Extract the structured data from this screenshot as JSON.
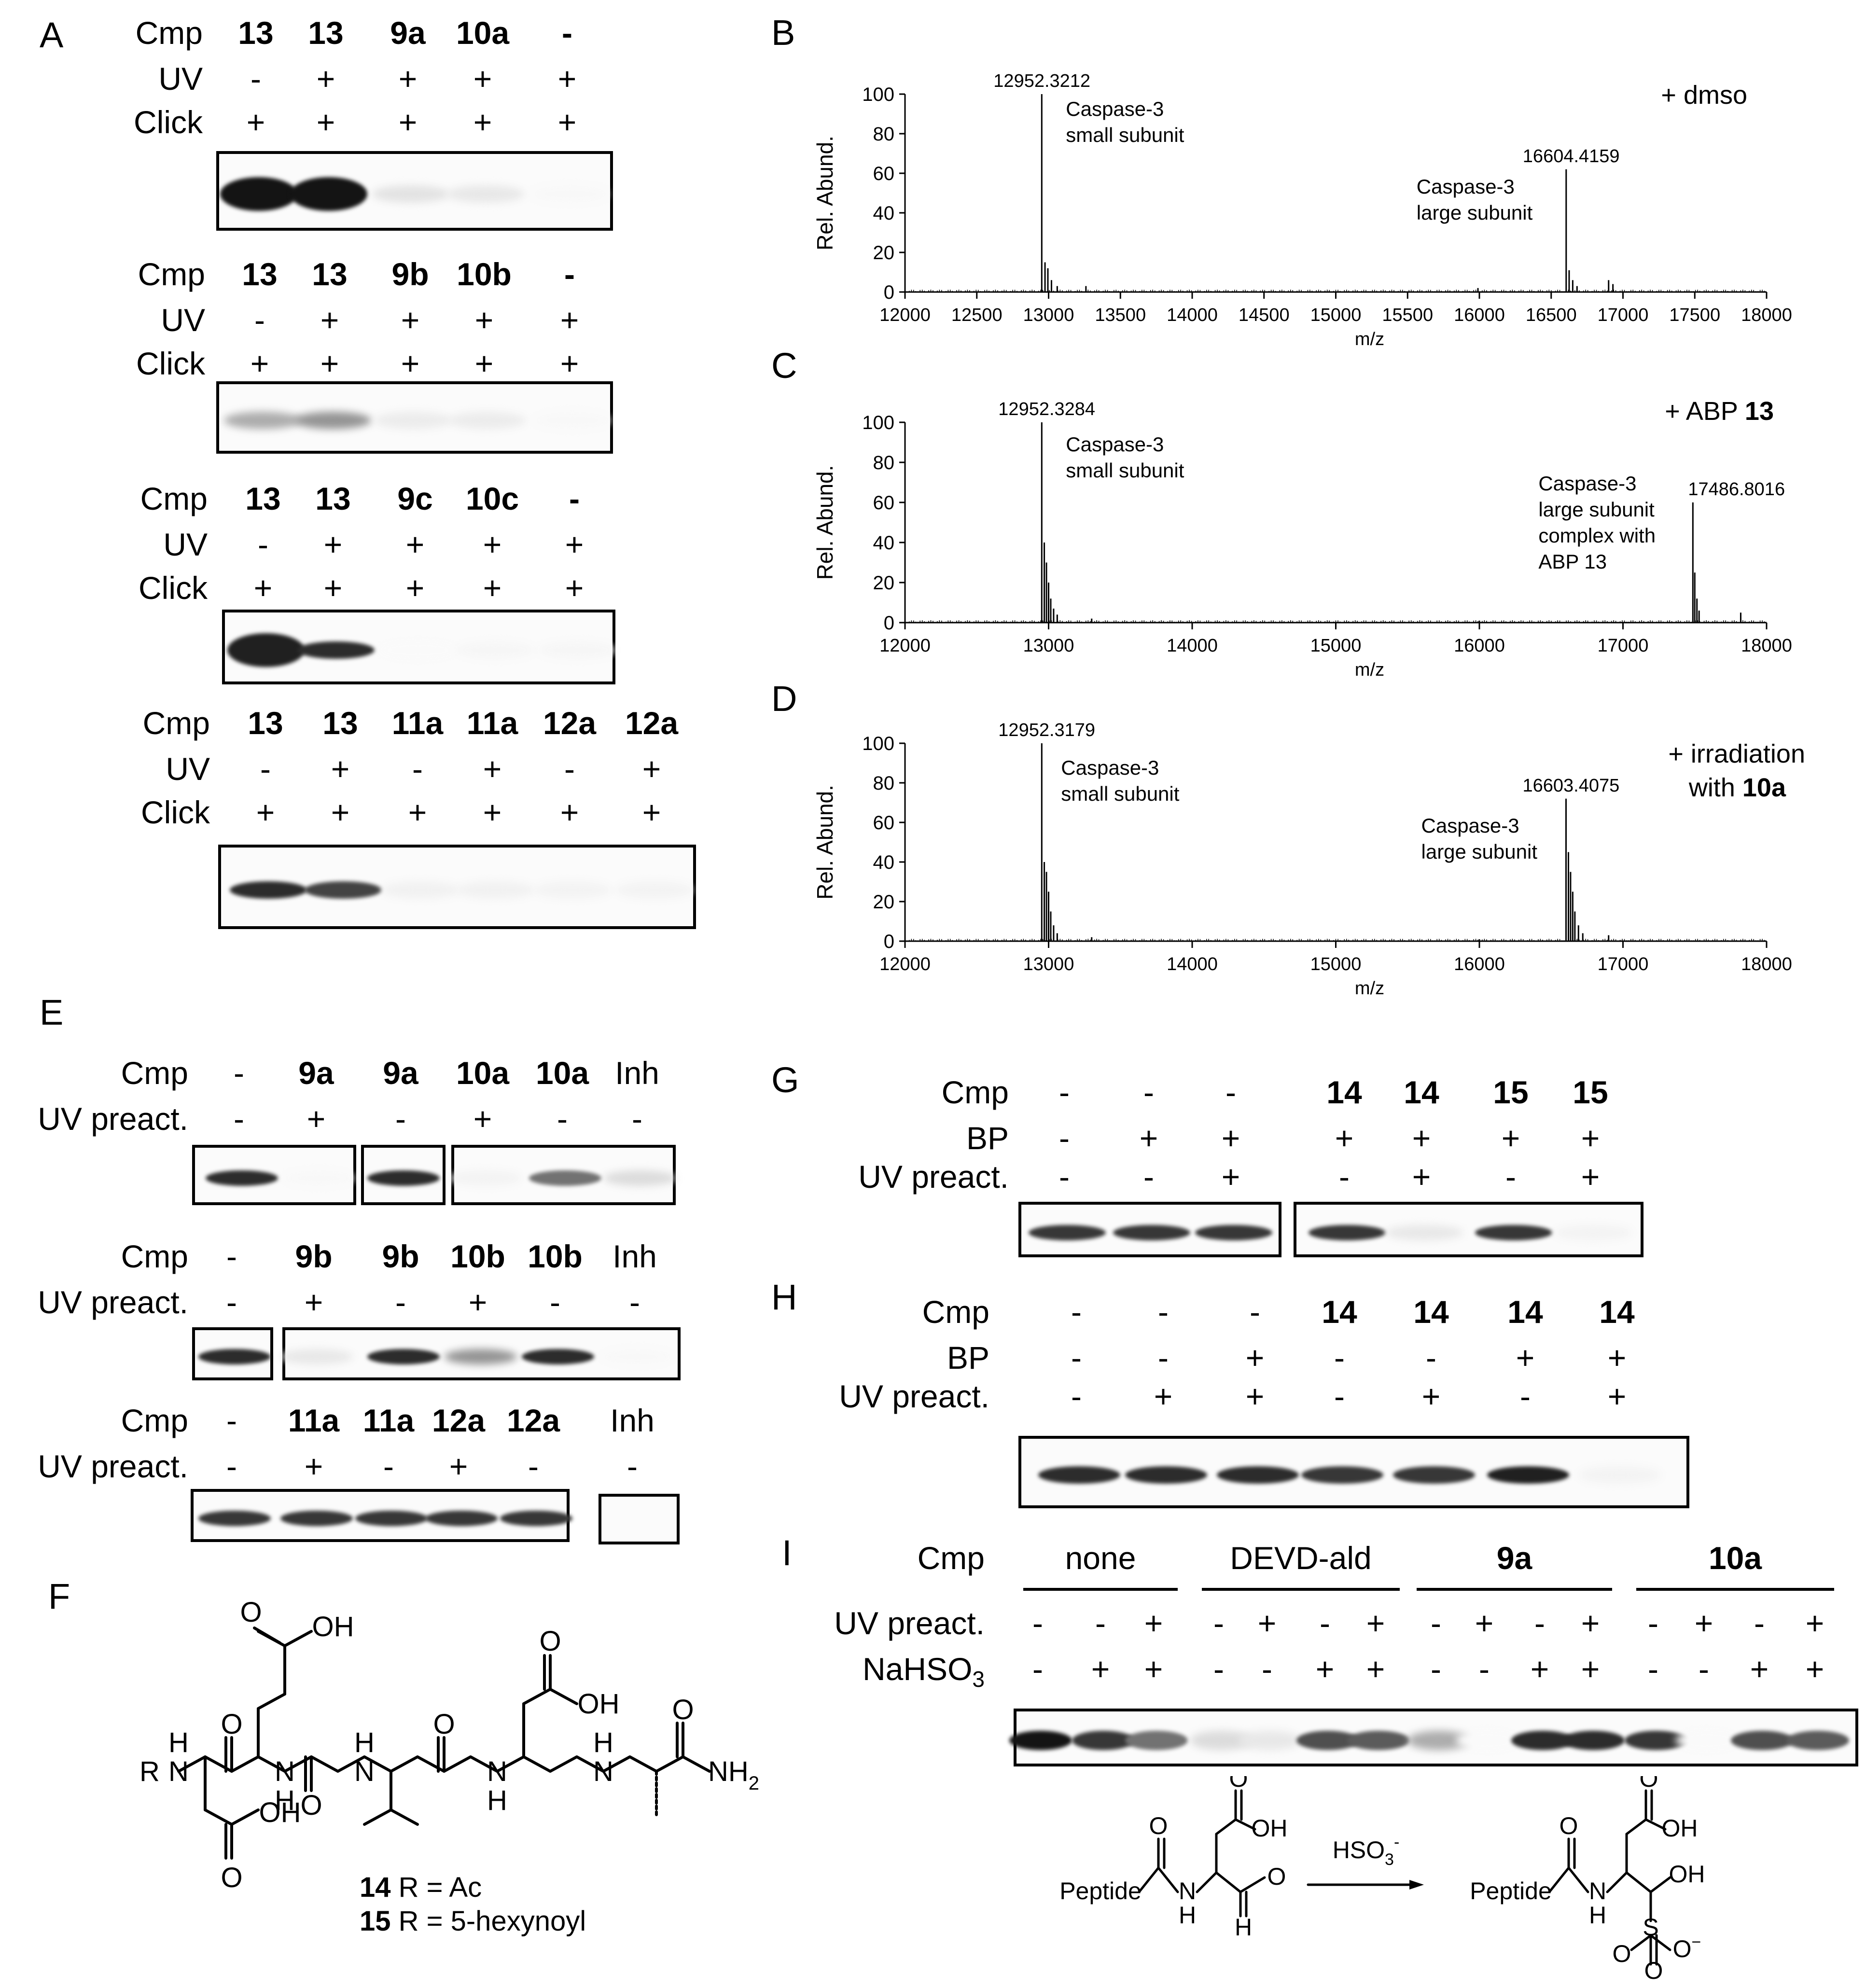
{
  "panels": {
    "A": "A",
    "B": "B",
    "C": "C",
    "D": "D",
    "E": "E",
    "F": "F",
    "G": "G",
    "H": "H",
    "I": "I"
  },
  "row_labels": {
    "cmp": "Cmp",
    "uv": "UV",
    "click": "Click",
    "uv_preact": "UV preact.",
    "bp": "BP",
    "nahso3_main": "NaHSO",
    "nahso3_sub": "3"
  },
  "gels_A": [
    {
      "cmp": [
        "13",
        "13",
        "9a",
        "10a",
        "-"
      ],
      "uv": [
        "-",
        "+",
        "+",
        "+",
        "+"
      ],
      "click": [
        "+",
        "+",
        "+",
        "+",
        "+"
      ],
      "bands": [
        1.0,
        1.0,
        0.12,
        0.1,
        0.03
      ]
    },
    {
      "cmp": [
        "13",
        "13",
        "9b",
        "10b",
        "-"
      ],
      "uv": [
        "-",
        "+",
        "+",
        "+",
        "+"
      ],
      "click": [
        "+",
        "+",
        "+",
        "+",
        "+"
      ],
      "bands": [
        0.35,
        0.45,
        0.08,
        0.08,
        0.03
      ]
    },
    {
      "cmp": [
        "13",
        "13",
        "9c",
        "10c",
        "-"
      ],
      "uv": [
        "-",
        "+",
        "+",
        "+",
        "+"
      ],
      "click": [
        "+",
        "+",
        "+",
        "+",
        "+"
      ],
      "bands": [
        0.95,
        0.9,
        0.02,
        0.04,
        0.04
      ]
    },
    {
      "cmp": [
        "13",
        "13",
        "11a",
        "11a",
        "12a",
        "12a"
      ],
      "uv": [
        "-",
        "+",
        "-",
        "+",
        "-",
        "+"
      ],
      "click": [
        "+",
        "+",
        "+",
        "+",
        "+",
        "+"
      ],
      "bands": [
        0.9,
        0.8,
        0.06,
        0.06,
        0.05,
        0.05
      ]
    }
  ],
  "chart_data": [
    {
      "type": "line",
      "panel": "B",
      "ylabel": "Rel. Abund.",
      "xlabel": "m/z",
      "xlim": [
        12000,
        18000
      ],
      "ylim": [
        0,
        100
      ],
      "xticks": [
        12000,
        12500,
        13000,
        13500,
        14000,
        14500,
        15000,
        15500,
        16000,
        16500,
        17000,
        17500,
        18000
      ],
      "yticks": [
        0,
        20,
        40,
        60,
        80,
        100
      ],
      "condition": "+ dmso",
      "peaks": [
        {
          "x": 12952.3,
          "y": 100
        },
        {
          "x": 12975,
          "y": 15
        },
        {
          "x": 12995,
          "y": 12
        },
        {
          "x": 13020,
          "y": 6
        },
        {
          "x": 13060,
          "y": 3
        },
        {
          "x": 13260,
          "y": 3
        },
        {
          "x": 15990,
          "y": 2
        },
        {
          "x": 16604.4,
          "y": 62
        },
        {
          "x": 16625,
          "y": 11
        },
        {
          "x": 16650,
          "y": 6
        },
        {
          "x": 16680,
          "y": 3
        },
        {
          "x": 16900,
          "y": 6
        },
        {
          "x": 16930,
          "y": 4
        }
      ],
      "annotations": [
        {
          "x": 12952.3,
          "value": "12952.3212",
          "label": [
            "Caspase-3",
            "small subunit"
          ]
        },
        {
          "x": 16604.4,
          "value": "16604.4159",
          "label": [
            "Caspase-3",
            "large subunit"
          ]
        }
      ]
    },
    {
      "type": "line",
      "panel": "C",
      "ylabel": "Rel. Abund.",
      "xlabel": "m/z",
      "xlim": [
        12000,
        18000
      ],
      "ylim": [
        0,
        100
      ],
      "xticks": [
        12000,
        13000,
        14000,
        15000,
        16000,
        17000,
        18000
      ],
      "yticks": [
        0,
        20,
        40,
        60,
        80,
        100
      ],
      "condition": "+ ABP ",
      "condition_bold": "13",
      "peaks": [
        {
          "x": 12952.3,
          "y": 100
        },
        {
          "x": 12970,
          "y": 40
        },
        {
          "x": 12985,
          "y": 30
        },
        {
          "x": 13000,
          "y": 20
        },
        {
          "x": 13015,
          "y": 12
        },
        {
          "x": 13035,
          "y": 7
        },
        {
          "x": 13060,
          "y": 4
        },
        {
          "x": 13300,
          "y": 2
        },
        {
          "x": 16000,
          "y": 1
        },
        {
          "x": 17486.8,
          "y": 60
        },
        {
          "x": 17500,
          "y": 25
        },
        {
          "x": 17515,
          "y": 12
        },
        {
          "x": 17530,
          "y": 6
        },
        {
          "x": 17820,
          "y": 5
        }
      ],
      "annotations": [
        {
          "x": 12952.3,
          "value": "12952.3284",
          "label": [
            "Caspase-3",
            "small subunit"
          ]
        },
        {
          "x": 17486.8,
          "value": "17486.8016",
          "label": [
            "Caspase-3",
            "large subunit",
            "complex with",
            "ABP 13"
          ]
        }
      ]
    },
    {
      "type": "line",
      "panel": "D",
      "ylabel": "Rel. Abund.",
      "xlabel": "m/z",
      "xlim": [
        12000,
        18000
      ],
      "ylim": [
        0,
        100
      ],
      "xticks": [
        12000,
        13000,
        14000,
        15000,
        16000,
        17000,
        18000
      ],
      "yticks": [
        0,
        20,
        40,
        60,
        80,
        100
      ],
      "condition": "+ irradiation",
      "condition2": "with ",
      "condition2_bold": "10a",
      "peaks": [
        {
          "x": 12952.3,
          "y": 100
        },
        {
          "x": 12970,
          "y": 40
        },
        {
          "x": 12985,
          "y": 35
        },
        {
          "x": 13000,
          "y": 25
        },
        {
          "x": 13015,
          "y": 15
        },
        {
          "x": 13035,
          "y": 8
        },
        {
          "x": 13060,
          "y": 4
        },
        {
          "x": 13300,
          "y": 2
        },
        {
          "x": 16000,
          "y": 1
        },
        {
          "x": 16603.4,
          "y": 72
        },
        {
          "x": 16620,
          "y": 45
        },
        {
          "x": 16635,
          "y": 35
        },
        {
          "x": 16650,
          "y": 25
        },
        {
          "x": 16665,
          "y": 15
        },
        {
          "x": 16690,
          "y": 8
        },
        {
          "x": 16720,
          "y": 4
        },
        {
          "x": 16900,
          "y": 3
        }
      ],
      "annotations": [
        {
          "x": 12952.3,
          "value": "12952.3179",
          "label": [
            "Caspase-3",
            "small subunit"
          ]
        },
        {
          "x": 16603.4,
          "value": "16603.4075",
          "label": [
            "Caspase-3",
            "large subunit"
          ]
        }
      ]
    }
  ],
  "gels_E": [
    {
      "cmp": [
        "-",
        "9a",
        "9a",
        "10a",
        "10a",
        "Inh"
      ],
      "uv": [
        "-",
        "+",
        "-",
        "+",
        "-",
        "-"
      ],
      "bands": [
        0.9,
        0.03,
        0.9,
        0.05,
        0.6,
        0.15
      ]
    },
    {
      "cmp": [
        "-",
        "9b",
        "9b",
        "10b",
        "10b",
        "Inh"
      ],
      "uv": [
        "-",
        "+",
        "-",
        "+",
        "-",
        "-"
      ],
      "bands": [
        0.9,
        0.1,
        0.9,
        0.45,
        0.9,
        0.03
      ]
    },
    {
      "cmp": [
        "-",
        "11a",
        "11a",
        "12a",
        "12a",
        "Inh"
      ],
      "uv": [
        "-",
        "+",
        "-",
        "+",
        "-",
        "-"
      ],
      "bands": [
        0.85,
        0.85,
        0.85,
        0.85,
        0.85,
        0.0
      ]
    }
  ],
  "gel_G": {
    "cmp": [
      "-",
      "-",
      "-",
      "14",
      "14",
      "15",
      "15"
    ],
    "bp": [
      "-",
      "+",
      "+",
      "+",
      "+",
      "+",
      "+"
    ],
    "uv": [
      "-",
      "-",
      "+",
      "-",
      "+",
      "-",
      "+"
    ],
    "bands": [
      0.85,
      0.85,
      0.85,
      0.85,
      0.1,
      0.85,
      0.05
    ]
  },
  "gel_H": {
    "cmp": [
      "-",
      "-",
      "-",
      "14",
      "14",
      "14",
      "14"
    ],
    "bp": [
      "-",
      "-",
      "+",
      "-",
      "-",
      "+",
      "+"
    ],
    "uv": [
      "-",
      "+",
      "+",
      "-",
      "+",
      "-",
      "+"
    ],
    "bands": [
      0.9,
      0.9,
      0.9,
      0.85,
      0.85,
      0.95,
      0.05
    ]
  },
  "gel_I": {
    "groups": [
      "none",
      "DEVD-ald",
      "9a",
      "10a"
    ],
    "groups_bold": [
      false,
      false,
      true,
      true
    ],
    "uv": [
      "-",
      "-",
      "+",
      "-",
      "+",
      "-",
      "+",
      "-",
      "+",
      "-",
      "+",
      "-",
      "+",
      "-",
      "+"
    ],
    "nahso3": [
      "-",
      "+",
      "+",
      "-",
      "-",
      "+",
      "+",
      "-",
      "-",
      "+",
      "+",
      "-",
      "-",
      "+",
      "+"
    ],
    "bands": [
      1.0,
      0.85,
      0.6,
      0.15,
      0.1,
      0.75,
      0.7,
      0.35,
      0.02,
      0.9,
      0.9,
      0.85,
      0.02,
      0.75,
      0.7
    ]
  },
  "structure_F": {
    "atoms": {
      "R": "R",
      "N": "N",
      "H": "H",
      "O": "O",
      "OH": "OH",
      "NH2": "NH",
      "NH2_sub": "2"
    },
    "legend": [
      {
        "num": "14",
        "text": " R = Ac"
      },
      {
        "num": "15",
        "text": " R = 5-hexynoyl"
      }
    ]
  },
  "scheme_I": {
    "peptide": "Peptide",
    "reagent": "HSO",
    "reagent_sub": "3",
    "reagent_sup": "-",
    "N": "N",
    "H": "H",
    "O": "O",
    "OH": "OH",
    "S": "S",
    "O_minus": "O",
    "minus": "−"
  }
}
